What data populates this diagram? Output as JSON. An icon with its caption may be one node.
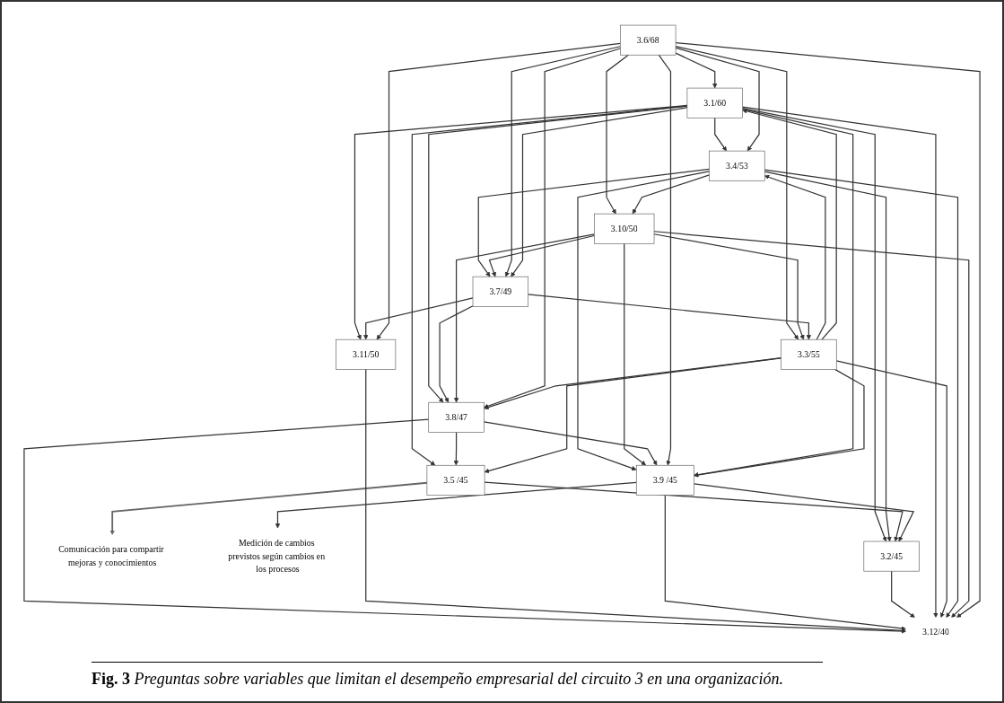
{
  "diagram": {
    "caption": "**Fig. 3** *Preguntas sobre variables que limitan el desempeño empresarial del circuito 3 en una organización.*",
    "nodes": [
      {
        "text": [
          "3.1/60"
        ]
      },
      {
        "text": [
          "3.4/53"
        ]
      },
      {
        "text": [
          "3.7/49"
        ]
      },
      {
        "text": [
          "3.10/50"
        ]
      },
      {
        "text": [
          "3.2/45"
        ]
      },
      {
        "text": [
          "3.5 /45"
        ]
      },
      {
        "text": [
          "3.8/47"
        ]
      },
      {
        "text": [
          "3.11/50"
        ]
      },
      {
        "text": [
          "3.3/55"
        ]
      },
      {
        "text": [
          "3.6/68"
        ]
      },
      {
        "text": [
          "3.9 /45"
        ]
      },
      {
        "text": [
          "3.12/40"
        ]
      },
      {
        "text": [
          "Comunicación para compartir mejoras y conocimientos"
        ]
      },
      {
        "text": [
          "Medición de cambios previstos según cambios en los procesos"
        ]
      }
    ],
    "edges": [
      {
        "from": 0,
        "to": 1,
        "arrow": "to"
      },
      {
        "from": 0,
        "to": 4,
        "arrow": "to"
      },
      {
        "from": 0,
        "to": 5,
        "arrow": "to"
      },
      {
        "from": 0,
        "to": 6,
        "arrow": "to"
      },
      {
        "from": 0,
        "to": 7,
        "arrow": "to"
      },
      {
        "from": 1,
        "to": 2,
        "arrow": "to"
      },
      {
        "from": 1,
        "to": 4,
        "arrow": "to"
      },
      {
        "from": 1,
        "to": 10,
        "arrow": "to"
      },
      {
        "from": 8,
        "to": 1,
        "arrow": "to"
      },
      {
        "from": 9,
        "to": 0,
        "arrow": "to"
      },
      {
        "from": 5,
        "to": 4,
        "arrow": "to"
      },
      {
        "from": 6,
        "to": 5,
        "arrow": "to"
      },
      {
        "from": 5,
        "to": 12,
        "arrow": "to",
        "color": "#666666"
      },
      {
        "from": 3,
        "to": 2,
        "arrow": "to"
      },
      {
        "from": 2,
        "to": 6,
        "arrow": "to"
      },
      {
        "from": 2,
        "to": 7,
        "arrow": "to"
      },
      {
        "from": 3,
        "to": 6,
        "arrow": "to"
      },
      {
        "from": 3,
        "to": 10,
        "arrow": "to"
      },
      {
        "from": 6,
        "to": 10,
        "arrow": "to"
      },
      {
        "from": 6,
        "to": 11,
        "arrow": "to"
      },
      {
        "from": 7,
        "to": 11,
        "arrow": "to"
      },
      {
        "from": 10,
        "to": 11,
        "arrow": "to"
      },
      {
        "from": 9,
        "to": 10,
        "arrow": "to"
      },
      {
        "from": 9,
        "to": 8,
        "arrow": "to"
      },
      {
        "from": 9,
        "to": 2,
        "arrow": "to"
      },
      {
        "from": 9,
        "to": 6,
        "arrow": "to"
      },
      {
        "from": 9,
        "to": 7,
        "arrow": "to"
      },
      {
        "from": 8,
        "to": 5,
        "arrow": "to"
      },
      {
        "from": 8,
        "to": 6,
        "arrow": "to"
      },
      {
        "from": 10,
        "to": 4,
        "arrow": "to"
      },
      {
        "from": 4,
        "to": 11,
        "arrow": "to"
      },
      {
        "from": 10,
        "to": 13,
        "arrow": "to"
      },
      {
        "from": 8,
        "to": 0,
        "arrow": "to"
      },
      {
        "from": 0,
        "to": 10,
        "arrow": "to"
      },
      {
        "from": 0,
        "to": 11,
        "arrow": "to"
      },
      {
        "from": 8,
        "to": 10,
        "arrow": "to"
      },
      {
        "from": 8,
        "to": 11,
        "arrow": "to"
      },
      {
        "from": 1,
        "to": 11,
        "arrow": "to"
      },
      {
        "from": 9,
        "to": 1,
        "arrow": "to"
      },
      {
        "from": 9,
        "to": 3,
        "arrow": "to"
      },
      {
        "from": 3,
        "to": 8,
        "arrow": "to"
      },
      {
        "from": 1,
        "to": 3,
        "arrow": "to"
      },
      {
        "from": 2,
        "to": 8,
        "arrow": "to"
      },
      {
        "from": 3,
        "to": 11,
        "arrow": "to"
      },
      {
        "from": 0,
        "to": 2,
        "arrow": "to"
      },
      {
        "from": 9,
        "to": 11,
        "arrow": "to"
      }
    ]
  }
}
